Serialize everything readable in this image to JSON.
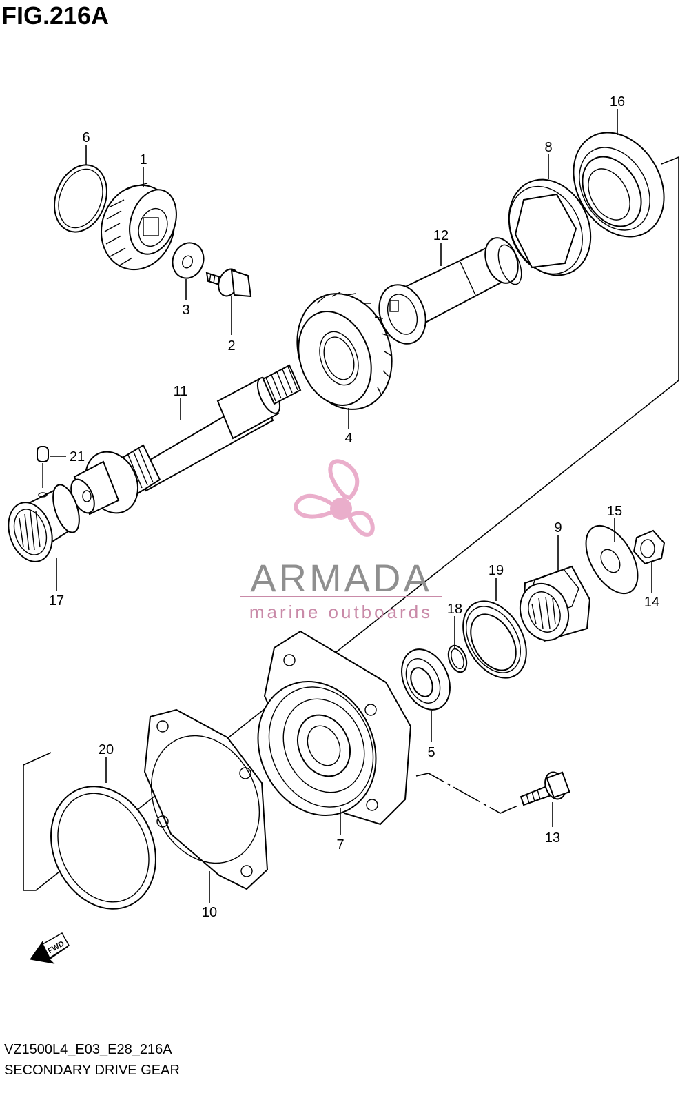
{
  "figure": {
    "title": "FIG.216A"
  },
  "footer": {
    "code": "VZ1500L4_E03_E28_216A",
    "name": "SECONDARY DRIVE GEAR"
  },
  "watermark": {
    "brand": "ARMADA",
    "tagline": "marine outboards",
    "color_brand": "#8f8f8f",
    "color_logo": "#e8a6c6"
  },
  "fwd_arrow": {
    "label": "FWD"
  },
  "callouts": [
    {
      "id": "1",
      "part": "bevel-gear"
    },
    {
      "id": "2",
      "part": "bolt"
    },
    {
      "id": "3",
      "part": "washer"
    },
    {
      "id": "4",
      "part": "driven-bevel-gear"
    },
    {
      "id": "5",
      "part": "oil-seal"
    },
    {
      "id": "6",
      "part": "o-ring"
    },
    {
      "id": "7",
      "part": "bearing-housing"
    },
    {
      "id": "8",
      "part": "nut-plate"
    },
    {
      "id": "9",
      "part": "coupling-nut"
    },
    {
      "id": "10",
      "part": "gasket"
    },
    {
      "id": "11",
      "part": "drive-shaft"
    },
    {
      "id": "12",
      "part": "spacer-sleeve"
    },
    {
      "id": "13",
      "part": "bolt"
    },
    {
      "id": "14",
      "part": "nut"
    },
    {
      "id": "15",
      "part": "washer"
    },
    {
      "id": "16",
      "part": "bearing"
    },
    {
      "id": "17",
      "part": "needle-bearing"
    },
    {
      "id": "18",
      "part": "o-ring"
    },
    {
      "id": "19",
      "part": "bearing"
    },
    {
      "id": "20",
      "part": "o-ring"
    },
    {
      "id": "21",
      "part": "pin"
    }
  ]
}
